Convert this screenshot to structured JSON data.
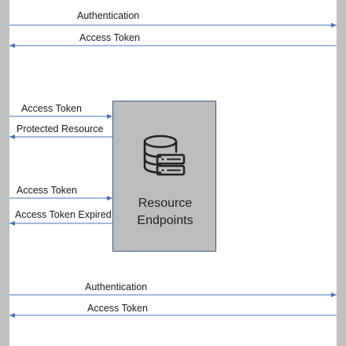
{
  "colors": {
    "arrow": "#4a72b8",
    "lifeline": "#c0c0c0",
    "box_fill": "#bdbdbd",
    "box_border": "#3b5b8a",
    "text": "#1a1a1a"
  },
  "resource": {
    "icon": "database-server-icon",
    "title_line1": "Resource",
    "title_line2": "Endpoints"
  },
  "messages": [
    {
      "id": "msg1",
      "label": "Authentication",
      "direction": "right"
    },
    {
      "id": "msg2",
      "label": "Access Token",
      "direction": "left"
    },
    {
      "id": "msg3",
      "label": "Access Token",
      "direction": "right"
    },
    {
      "id": "msg4",
      "label": "Protected Resource",
      "direction": "left"
    },
    {
      "id": "msg5",
      "label": "Access Token",
      "direction": "right"
    },
    {
      "id": "msg6",
      "label": "Access Token Expired",
      "direction": "left"
    },
    {
      "id": "msg7",
      "label": "Authentication",
      "direction": "right"
    },
    {
      "id": "msg8",
      "label": "Access Token",
      "direction": "left"
    }
  ]
}
